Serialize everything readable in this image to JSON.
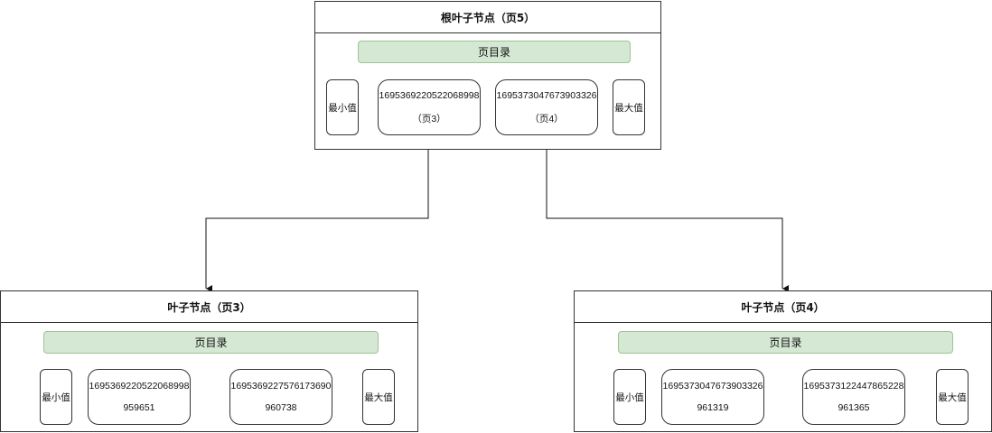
{
  "root": {
    "title": "根叶子节点（页5）",
    "directory": "页目录",
    "min": "最小值",
    "max": "最大值",
    "keys": [
      {
        "value": "1695369220522068998",
        "sub": "（页3）"
      },
      {
        "value": "1695373047673903326",
        "sub": "（页4）"
      }
    ]
  },
  "left_leaf": {
    "title": "叶子节点（页3）",
    "directory": "页目录",
    "min": "最小值",
    "max": "最大值",
    "keys": [
      {
        "value": "1695369220522068998",
        "sub": "959651"
      },
      {
        "value": "1695369227576173690",
        "sub": "960738"
      }
    ]
  },
  "right_leaf": {
    "title": "叶子节点（页4）",
    "directory": "页目录",
    "min": "最小值",
    "max": "最大值",
    "keys": [
      {
        "value": "1695373047673903326",
        "sub": "961319"
      },
      {
        "value": "1695373122447865228",
        "sub": "961365"
      }
    ]
  }
}
